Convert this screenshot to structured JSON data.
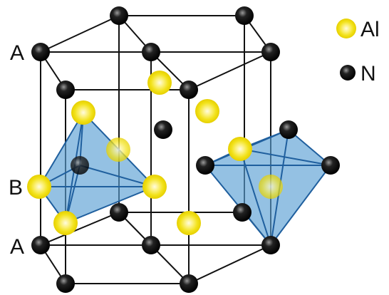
{
  "colors": {
    "background": "#ffffff",
    "line": "#111111",
    "al_atom": "#f2e21a",
    "n_atom": "#111111",
    "tetrahedron_fill": "#5a9fd4",
    "tetrahedron_edge": "#1f5f9e"
  },
  "legend": {
    "al_label": "Al",
    "n_label": "N"
  },
  "layers": {
    "top": "A",
    "middle": "B",
    "bottom": "A"
  }
}
